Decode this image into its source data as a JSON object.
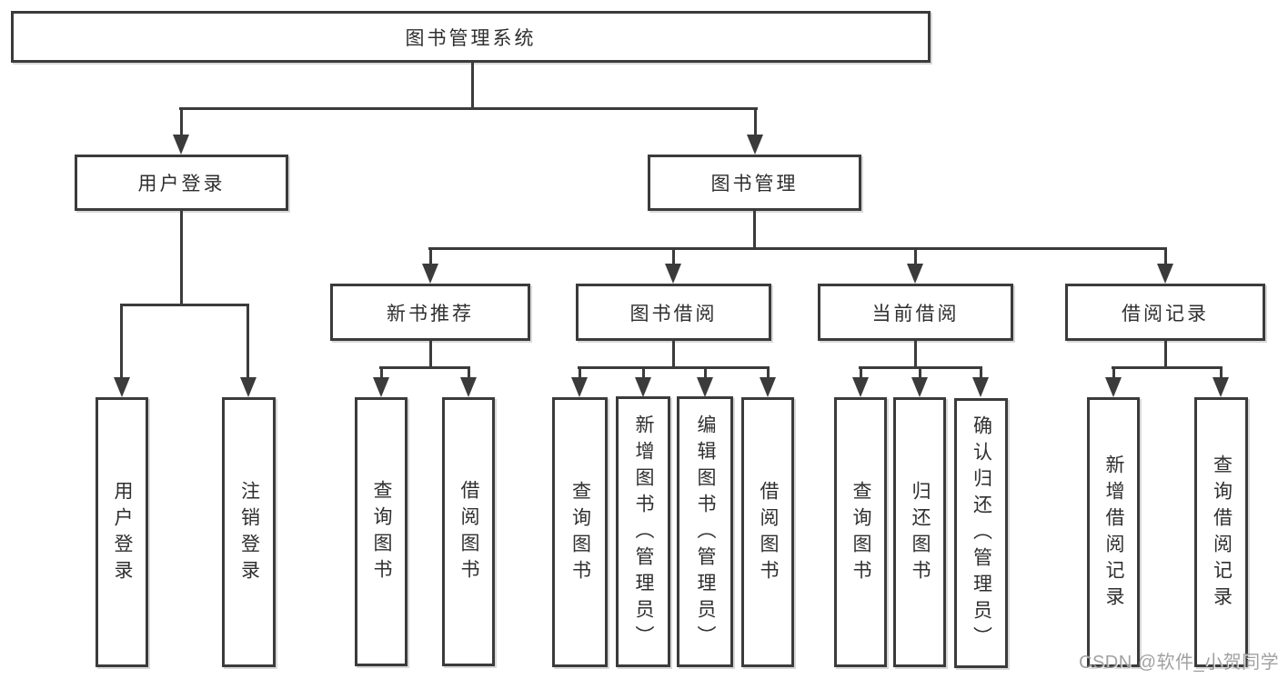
{
  "tree": {
    "label": "图书管理系统",
    "children": [
      {
        "label": "用户登录",
        "children": [
          {
            "label": "用户登录"
          },
          {
            "label": "注销登录"
          }
        ]
      },
      {
        "label": "图书管理",
        "children": [
          {
            "label": "新书推荐",
            "children": [
              {
                "label": "查询图书"
              },
              {
                "label": "借阅图书"
              }
            ]
          },
          {
            "label": "图书借阅",
            "children": [
              {
                "label": "查询图书"
              },
              {
                "label": "新增图书（管理员）"
              },
              {
                "label": "编辑图书（管理员）"
              },
              {
                "label": "借阅图书"
              }
            ]
          },
          {
            "label": "当前借阅",
            "children": [
              {
                "label": "查询图书"
              },
              {
                "label": "归还图书"
              },
              {
                "label": "确认归还（管理员）"
              }
            ]
          },
          {
            "label": "借阅记录",
            "children": [
              {
                "label": "新增借阅记录"
              },
              {
                "label": "查询借阅记录"
              }
            ]
          }
        ]
      }
    ]
  },
  "watermark": "CSDN @软件_小贺同学",
  "colors": {
    "line": "#3b3b3b",
    "text": "#2f2f2f",
    "watermark": "#8c8c8c",
    "background": "#ffffff"
  }
}
